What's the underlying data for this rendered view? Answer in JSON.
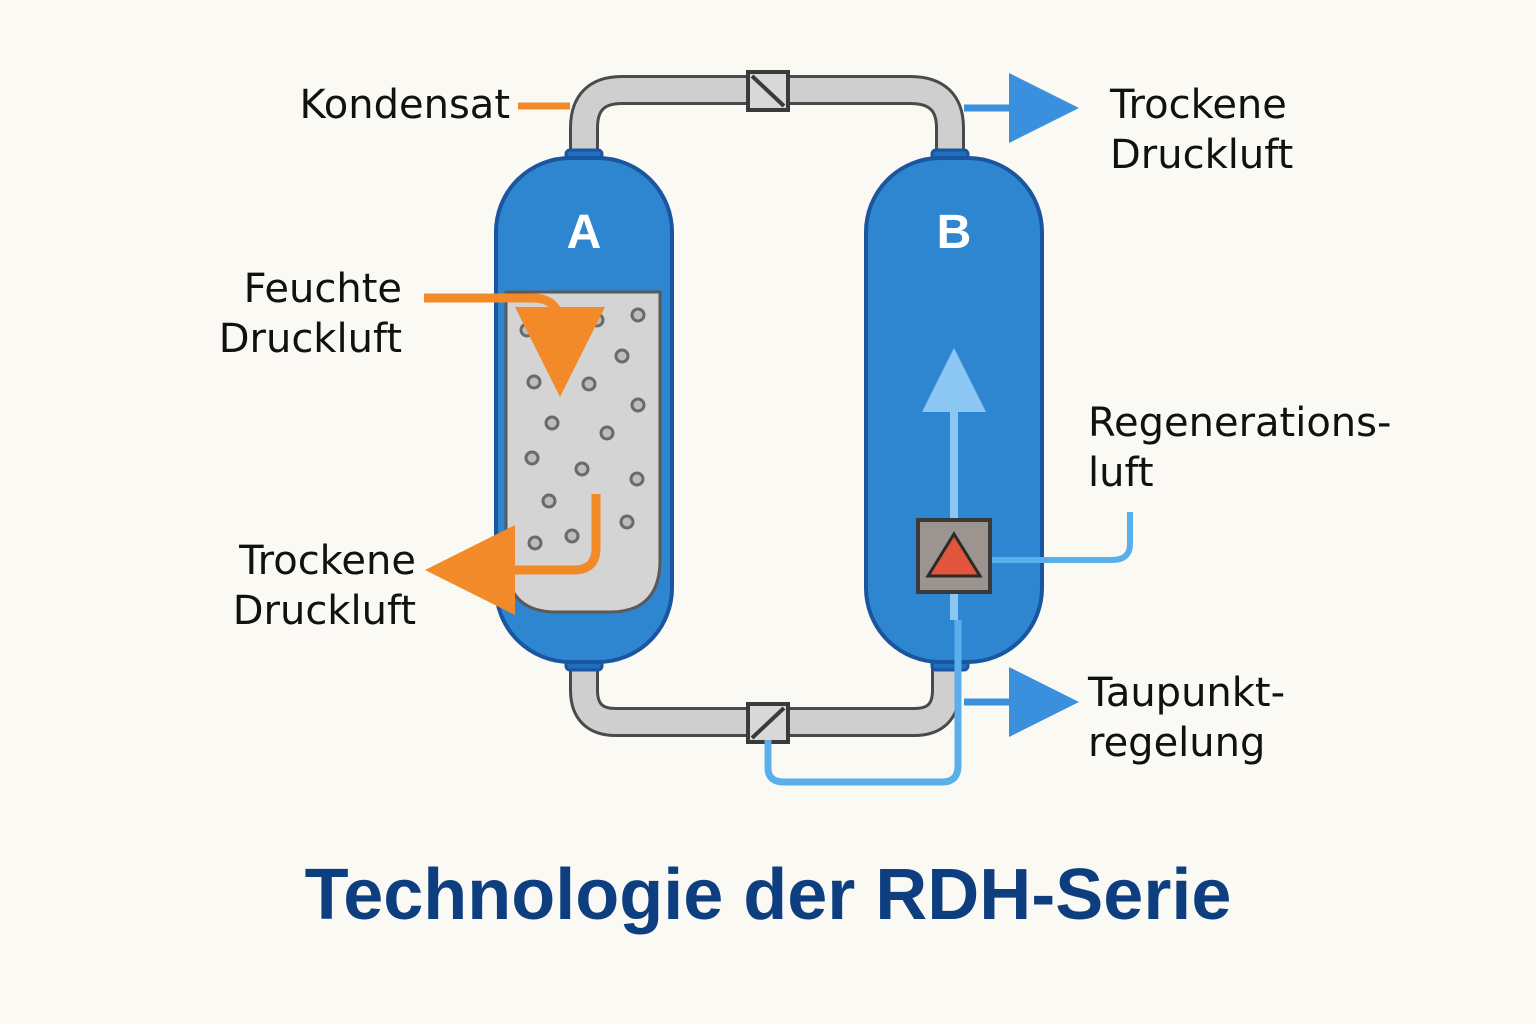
{
  "title": "Technologie der RDH-Serie",
  "vessels": {
    "a_label": "A",
    "b_label": "B"
  },
  "labels": {
    "kondensat": "Kondensat",
    "feuchte_druckluft": [
      "Feuchte",
      "Druckluft"
    ],
    "trockene_druckluft_left": [
      "Trockene",
      "Druckluft"
    ],
    "trockene_druckluft_right": [
      "Trockene",
      "Druckluft"
    ],
    "regenerationsluft": [
      "Regenerations-",
      "luft"
    ],
    "taupunktregelung": [
      "Taupunkt-",
      "regelung"
    ]
  },
  "colors": {
    "background": "#fbf9f3",
    "vessel_blue": "#2f86d0",
    "vessel_outline": "#1a56a0",
    "pipe_gray": "#cfcfcf",
    "flow_orange": "#f28a2a",
    "flow_blue": "#3a90dc",
    "title_blue": "#0d3f80",
    "control_red": "#e2553d"
  },
  "icons": [
    "valve-top-icon",
    "valve-bottom-icon",
    "sensor-triangle-icon"
  ]
}
